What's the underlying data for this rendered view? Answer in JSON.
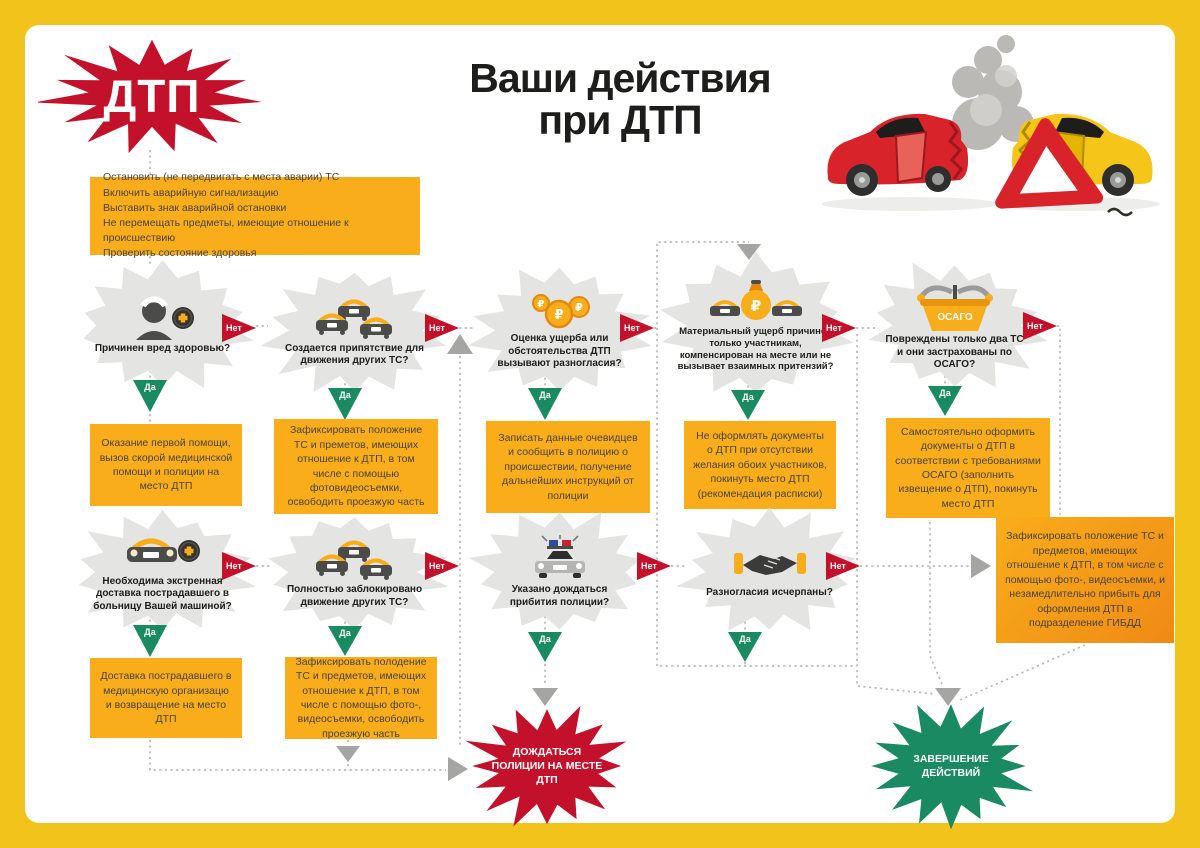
{
  "title": {
    "line1": "Ваши действия",
    "line2": "при ДТП"
  },
  "start_label": "ДТП",
  "instructions": [
    "Остановить (не передвигать с места аварии) ТС",
    "Включить аварийную сигнализацию",
    "Выставить знак аварийной остановки",
    "Не перемещать предметы, имеющие отношение к происшествию",
    "Проверить состояние здоровья"
  ],
  "labels": {
    "yes": "Да",
    "no": "Нет",
    "osago": "ОСАГО",
    "ruble": "₽"
  },
  "decisions": {
    "harm": "Причинен вред здоровью?",
    "obstacle": "Создается припятствие для движения других ТС?",
    "damage_dispute": "Оценка ущерба или обстоятельства ДТП вызывают разногласия?",
    "material_damage": "Материальный ущерб причинен только участникам, компенсирован на месте или не вызывает взаимных притензий?",
    "two_cars_osago": "Повреждены только два ТС и они застрахованы по ОСАГО?",
    "urgent_delivery": "Необходима экстренная доставка пострадавшего в больницу Вашей машиной?",
    "fully_blocked": "Полностью заблокировано движение других ТС?",
    "wait_police_ordered": "Указано дождаться прибития полиции?",
    "dispute_resolved": "Разногласия исчерпаны?"
  },
  "actions": {
    "first_aid": "Оказание первой помощи, вызов скорой медицинской помощи и полиции на место ДТП",
    "fix_position": "Зафиксировать положение ТС и преметов, имеющих отношение к ДТП, в том числе с помощью фотовидеосъемки, освободить проезжую часть",
    "witnesses": "Записать данные очевидцев и сообщить в полицию о происшествии, получение дальнейших инструкций от полиции",
    "no_paperwork": "Не оформлять документы о ДТП при отсутствии желания обоих участников, покинуть место ДТП (рекомендация расписки)",
    "self_paperwork": "Самостоятельно оформить документы о ДТП в соответствии с требованиями ОСАГО (заполнить извещение о ДТП), покинуть место ДТП",
    "gibdd": "Зафиксировать положение ТС и предметов, имеющих отношение к ДТП, в том числе с помощью фото-, видеосъемки, и незамедлительно прибыть для оформления ДТП в подразделение ГИБДД",
    "hospital_delivery": "Доставка пострадавшего в медицинскую организацю и возвращение на место ДТП",
    "fix_position2": "Зафиксировать полодение ТС и предметов, имеющих отношение к ДТП, в том числе с помощью фото-, видеосъемки, освободить проезжую часть"
  },
  "ends": {
    "wait_police": "ДОЖДАТЬСЯ ПОЛИЦИИ НА МЕСТЕ ДТП",
    "finish": "ЗАВЕРШЕНИЕ ДЕЙСТВИЙ"
  },
  "colors": {
    "frame": "#F2C31A",
    "red": "#C3112B",
    "green": "#1A8A63",
    "orange": "#F9AD1B",
    "orange_dark": "#EF8A15",
    "node_grey": "#E4E4E2",
    "arrow_grey": "#A5A5A3",
    "text_dark": "#1D1D1B",
    "box_text": "#4A443C",
    "car_red": "#D8232A",
    "car_yellow": "#F5C518",
    "connector": "#B9B9B6"
  }
}
